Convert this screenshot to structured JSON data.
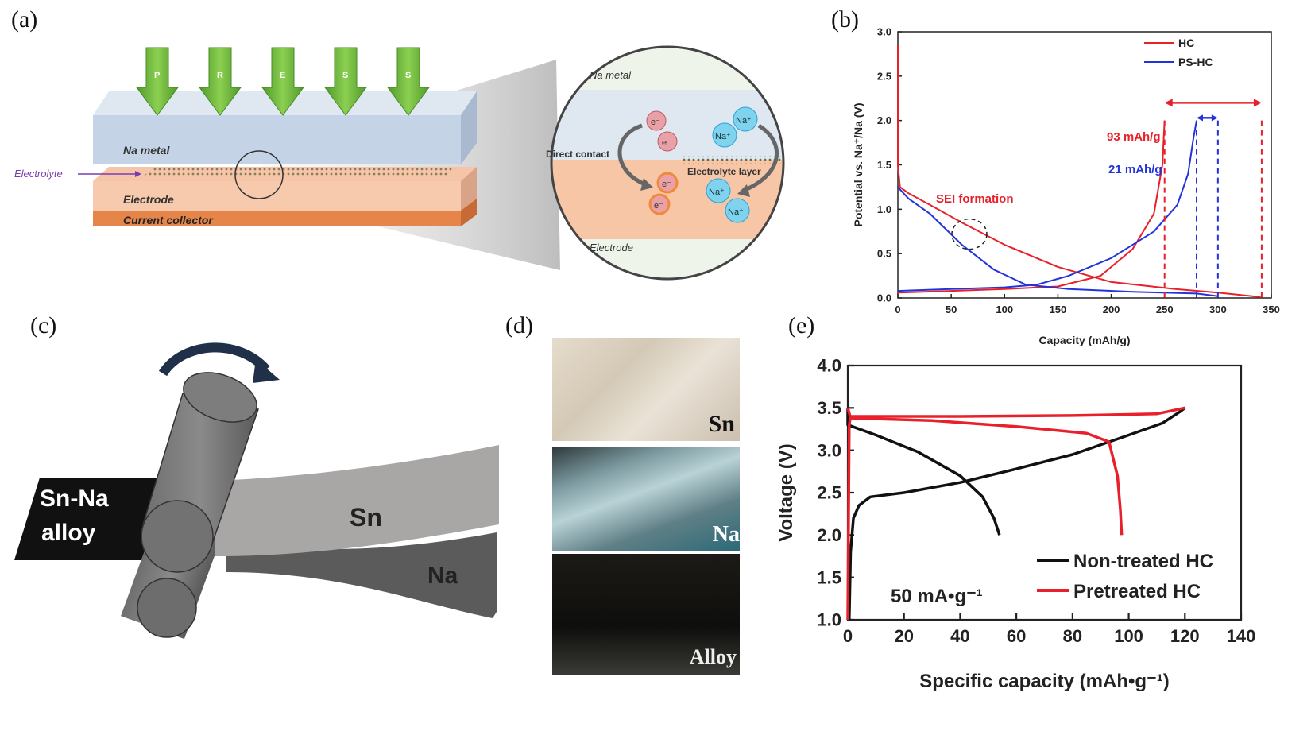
{
  "labels": {
    "a": "(a)",
    "b": "(b)",
    "c": "(c)",
    "d": "(d)",
    "e": "(e)"
  },
  "panel_a": {
    "arrows": [
      "P",
      "R",
      "E",
      "S",
      "S"
    ],
    "na_metal": "Na metal",
    "electrolyte": "Electrolyte",
    "electrode": "Electrode",
    "current_collector": "Current collector",
    "zoom": {
      "na_metal": "Na metal",
      "direct_contact": "Direct contact",
      "electrolyte_layer": "Electrolyte layer",
      "electrode": "Electrode",
      "electron": "e⁻",
      "ion": "Na⁺"
    }
  },
  "panel_c": {
    "alloy_line1": "Sn-Na",
    "alloy_line2": "alloy",
    "sn": "Sn",
    "na": "Na"
  },
  "panel_d": {
    "sn": "Sn",
    "na": "Na",
    "alloy": "Alloy"
  },
  "chart_data": [
    {
      "type": "line",
      "panel": "b",
      "xlabel": "Capacity (mAh/g)",
      "ylabel": "Potential vs. Na⁺/Na (V)",
      "xlim": [
        0,
        350
      ],
      "ylim": [
        0,
        3.0
      ],
      "xticks": [
        0,
        50,
        100,
        150,
        200,
        250,
        300,
        350
      ],
      "yticks": [
        0.0,
        0.5,
        1.0,
        1.5,
        2.0,
        2.5,
        3.0
      ],
      "legend": "top-right",
      "annotations": {
        "a93": "93 mAh/g",
        "a21": "21 mAh/g",
        "sei": "SEI formation"
      },
      "series": [
        {
          "name": "HC",
          "color": "#e8202a",
          "discharge": [
            [
              0,
              2.85
            ],
            [
              0,
              1.5
            ],
            [
              2,
              1.25
            ],
            [
              10,
              1.18
            ],
            [
              30,
              1.05
            ],
            [
              60,
              0.85
            ],
            [
              100,
              0.6
            ],
            [
              150,
              0.35
            ],
            [
              200,
              0.18
            ],
            [
              260,
              0.1
            ],
            [
              300,
              0.06
            ],
            [
              340,
              0.01
            ]
          ],
          "charge": [
            [
              0,
              0.06
            ],
            [
              50,
              0.08
            ],
            [
              100,
              0.1
            ],
            [
              150,
              0.13
            ],
            [
              190,
              0.25
            ],
            [
              220,
              0.55
            ],
            [
              240,
              0.95
            ],
            [
              248,
              1.5
            ],
            [
              250,
              2.0
            ]
          ]
        },
        {
          "name": "PS-HC",
          "color": "#2233dd",
          "discharge": [
            [
              0,
              1.25
            ],
            [
              10,
              1.12
            ],
            [
              30,
              0.95
            ],
            [
              60,
              0.6
            ],
            [
              90,
              0.32
            ],
            [
              120,
              0.15
            ],
            [
              160,
              0.1
            ],
            [
              220,
              0.07
            ],
            [
              280,
              0.05
            ],
            [
              300,
              0.02
            ]
          ],
          "charge": [
            [
              0,
              0.08
            ],
            [
              50,
              0.1
            ],
            [
              100,
              0.12
            ],
            [
              130,
              0.15
            ],
            [
              160,
              0.25
            ],
            [
              200,
              0.45
            ],
            [
              240,
              0.75
            ],
            [
              262,
              1.05
            ],
            [
              272,
              1.4
            ],
            [
              277,
              1.8
            ],
            [
              280,
              2.0
            ]
          ]
        }
      ],
      "dashed_markers": [
        {
          "x": 250,
          "color": "#e8202a"
        },
        {
          "x": 341,
          "color": "#e8202a"
        },
        {
          "x": 280,
          "color": "#2233dd"
        },
        {
          "x": 300,
          "color": "#2233dd"
        }
      ]
    },
    {
      "type": "line",
      "panel": "e",
      "xlabel": "Specific capacity (mAh•g⁻¹)",
      "ylabel": "Voltage (V)",
      "xlim": [
        0,
        140
      ],
      "ylim": [
        1.0,
        4.0
      ],
      "xticks": [
        0,
        20,
        40,
        60,
        80,
        100,
        120,
        140
      ],
      "yticks": [
        1.0,
        1.5,
        2.0,
        2.5,
        3.0,
        3.5,
        4.0
      ],
      "legend": "bottom-right",
      "annotation": "50 mA•g⁻¹",
      "series": [
        {
          "name": "Non-treated HC",
          "color": "#111111",
          "charge": [
            [
              0.5,
              1.0
            ],
            [
              1,
              1.8
            ],
            [
              2,
              2.2
            ],
            [
              4,
              2.35
            ],
            [
              8,
              2.45
            ],
            [
              20,
              2.5
            ],
            [
              40,
              2.62
            ],
            [
              60,
              2.78
            ],
            [
              80,
              2.95
            ],
            [
              100,
              3.18
            ],
            [
              112,
              3.32
            ],
            [
              118,
              3.45
            ],
            [
              120,
              3.5
            ]
          ],
          "discharge": [
            [
              0,
              3.5
            ],
            [
              0,
              3.3
            ],
            [
              10,
              3.18
            ],
            [
              25,
              2.98
            ],
            [
              40,
              2.7
            ],
            [
              48,
              2.45
            ],
            [
              52,
              2.2
            ],
            [
              54,
              2.0
            ]
          ]
        },
        {
          "name": "Pretreated HC",
          "color": "#e8202a",
          "charge": [
            [
              0,
              1.0
            ],
            [
              0.5,
              3.3
            ],
            [
              1,
              3.4
            ],
            [
              40,
              3.4
            ],
            [
              80,
              3.41
            ],
            [
              110,
              3.43
            ],
            [
              120,
              3.5
            ]
          ],
          "discharge": [
            [
              0,
              3.5
            ],
            [
              1,
              3.38
            ],
            [
              30,
              3.35
            ],
            [
              60,
              3.28
            ],
            [
              85,
              3.2
            ],
            [
              93,
              3.1
            ],
            [
              96,
              2.7
            ],
            [
              97,
              2.3
            ],
            [
              97.5,
              2.0
            ]
          ]
        }
      ]
    }
  ]
}
